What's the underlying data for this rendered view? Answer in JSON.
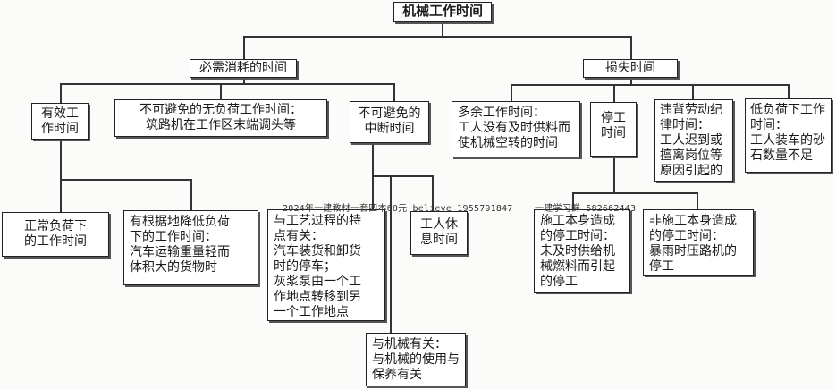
{
  "root": "机械工作时间",
  "branches": {
    "necessary": "必需消耗的时间",
    "lost": "损失时间"
  },
  "necessary_children": {
    "effective": "有效工\n作时间",
    "unavoidable_noload": "不可避免的无负荷工作时间：\n筑路机在工作区末端调头等",
    "unavoidable_interrupt": "不可避免的\n中断时间"
  },
  "effective_children": {
    "normal_load": "正常负荷下\n的工作时间",
    "reduced_load": "有根据地降低负荷\n下的工作时间：\n汽车运输重量轻而\n体积大的货物时"
  },
  "interrupt_children": {
    "process": "与工艺过程的特\n点有关：\n汽车装货和卸货\n时的停车；\n灰浆泵由一个工\n作地点转移到另\n一个工作地点",
    "rest": "工人休\n息时间",
    "machine": "与机械有关：\n与机械的使用与\n保养有关"
  },
  "lost_children": {
    "excess": "多余工作时间：\n工人没有及时供料而\n使机械空转的时间",
    "stoppage": "停工\n时间",
    "discipline": "违背劳动纪\n律时间：\n工人迟到或\n擅离岗位等\n原因引起的",
    "low_load": "低负荷下工作\n时间：\n工人装车的砂\n石数量不足"
  },
  "stoppage_children": {
    "construction": "施工本身造成\n的停工时间：\n未及时供给机\n械燃料而引起\n的停工",
    "non_construction": "非施工本身造成\n的停工时间：\n暴雨时压路机的\n停工"
  },
  "watermarks": {
    "left": "2024年一建教材一套四本60元    believe  1955791847",
    "right": "一建学习群 582662443"
  }
}
